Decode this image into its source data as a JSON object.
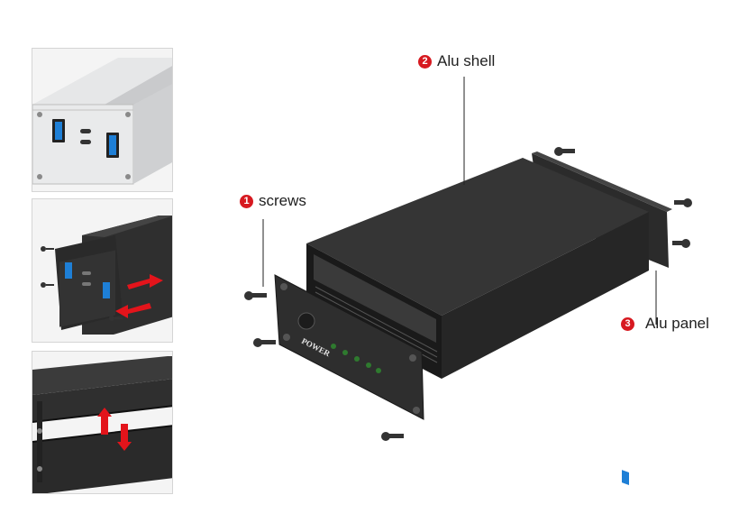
{
  "callouts": {
    "screws": {
      "number": "1",
      "label": "screws"
    },
    "shell": {
      "number": "2",
      "label": "Alu shell"
    },
    "panel": {
      "number": "3",
      "label": "Alu panel"
    }
  },
  "front_panel": {
    "power_text": "POWER"
  },
  "colors": {
    "accent": "#d71920",
    "body": "#2b2b2b",
    "silver": "#d9dadb",
    "usb": "#1e7fd6"
  }
}
